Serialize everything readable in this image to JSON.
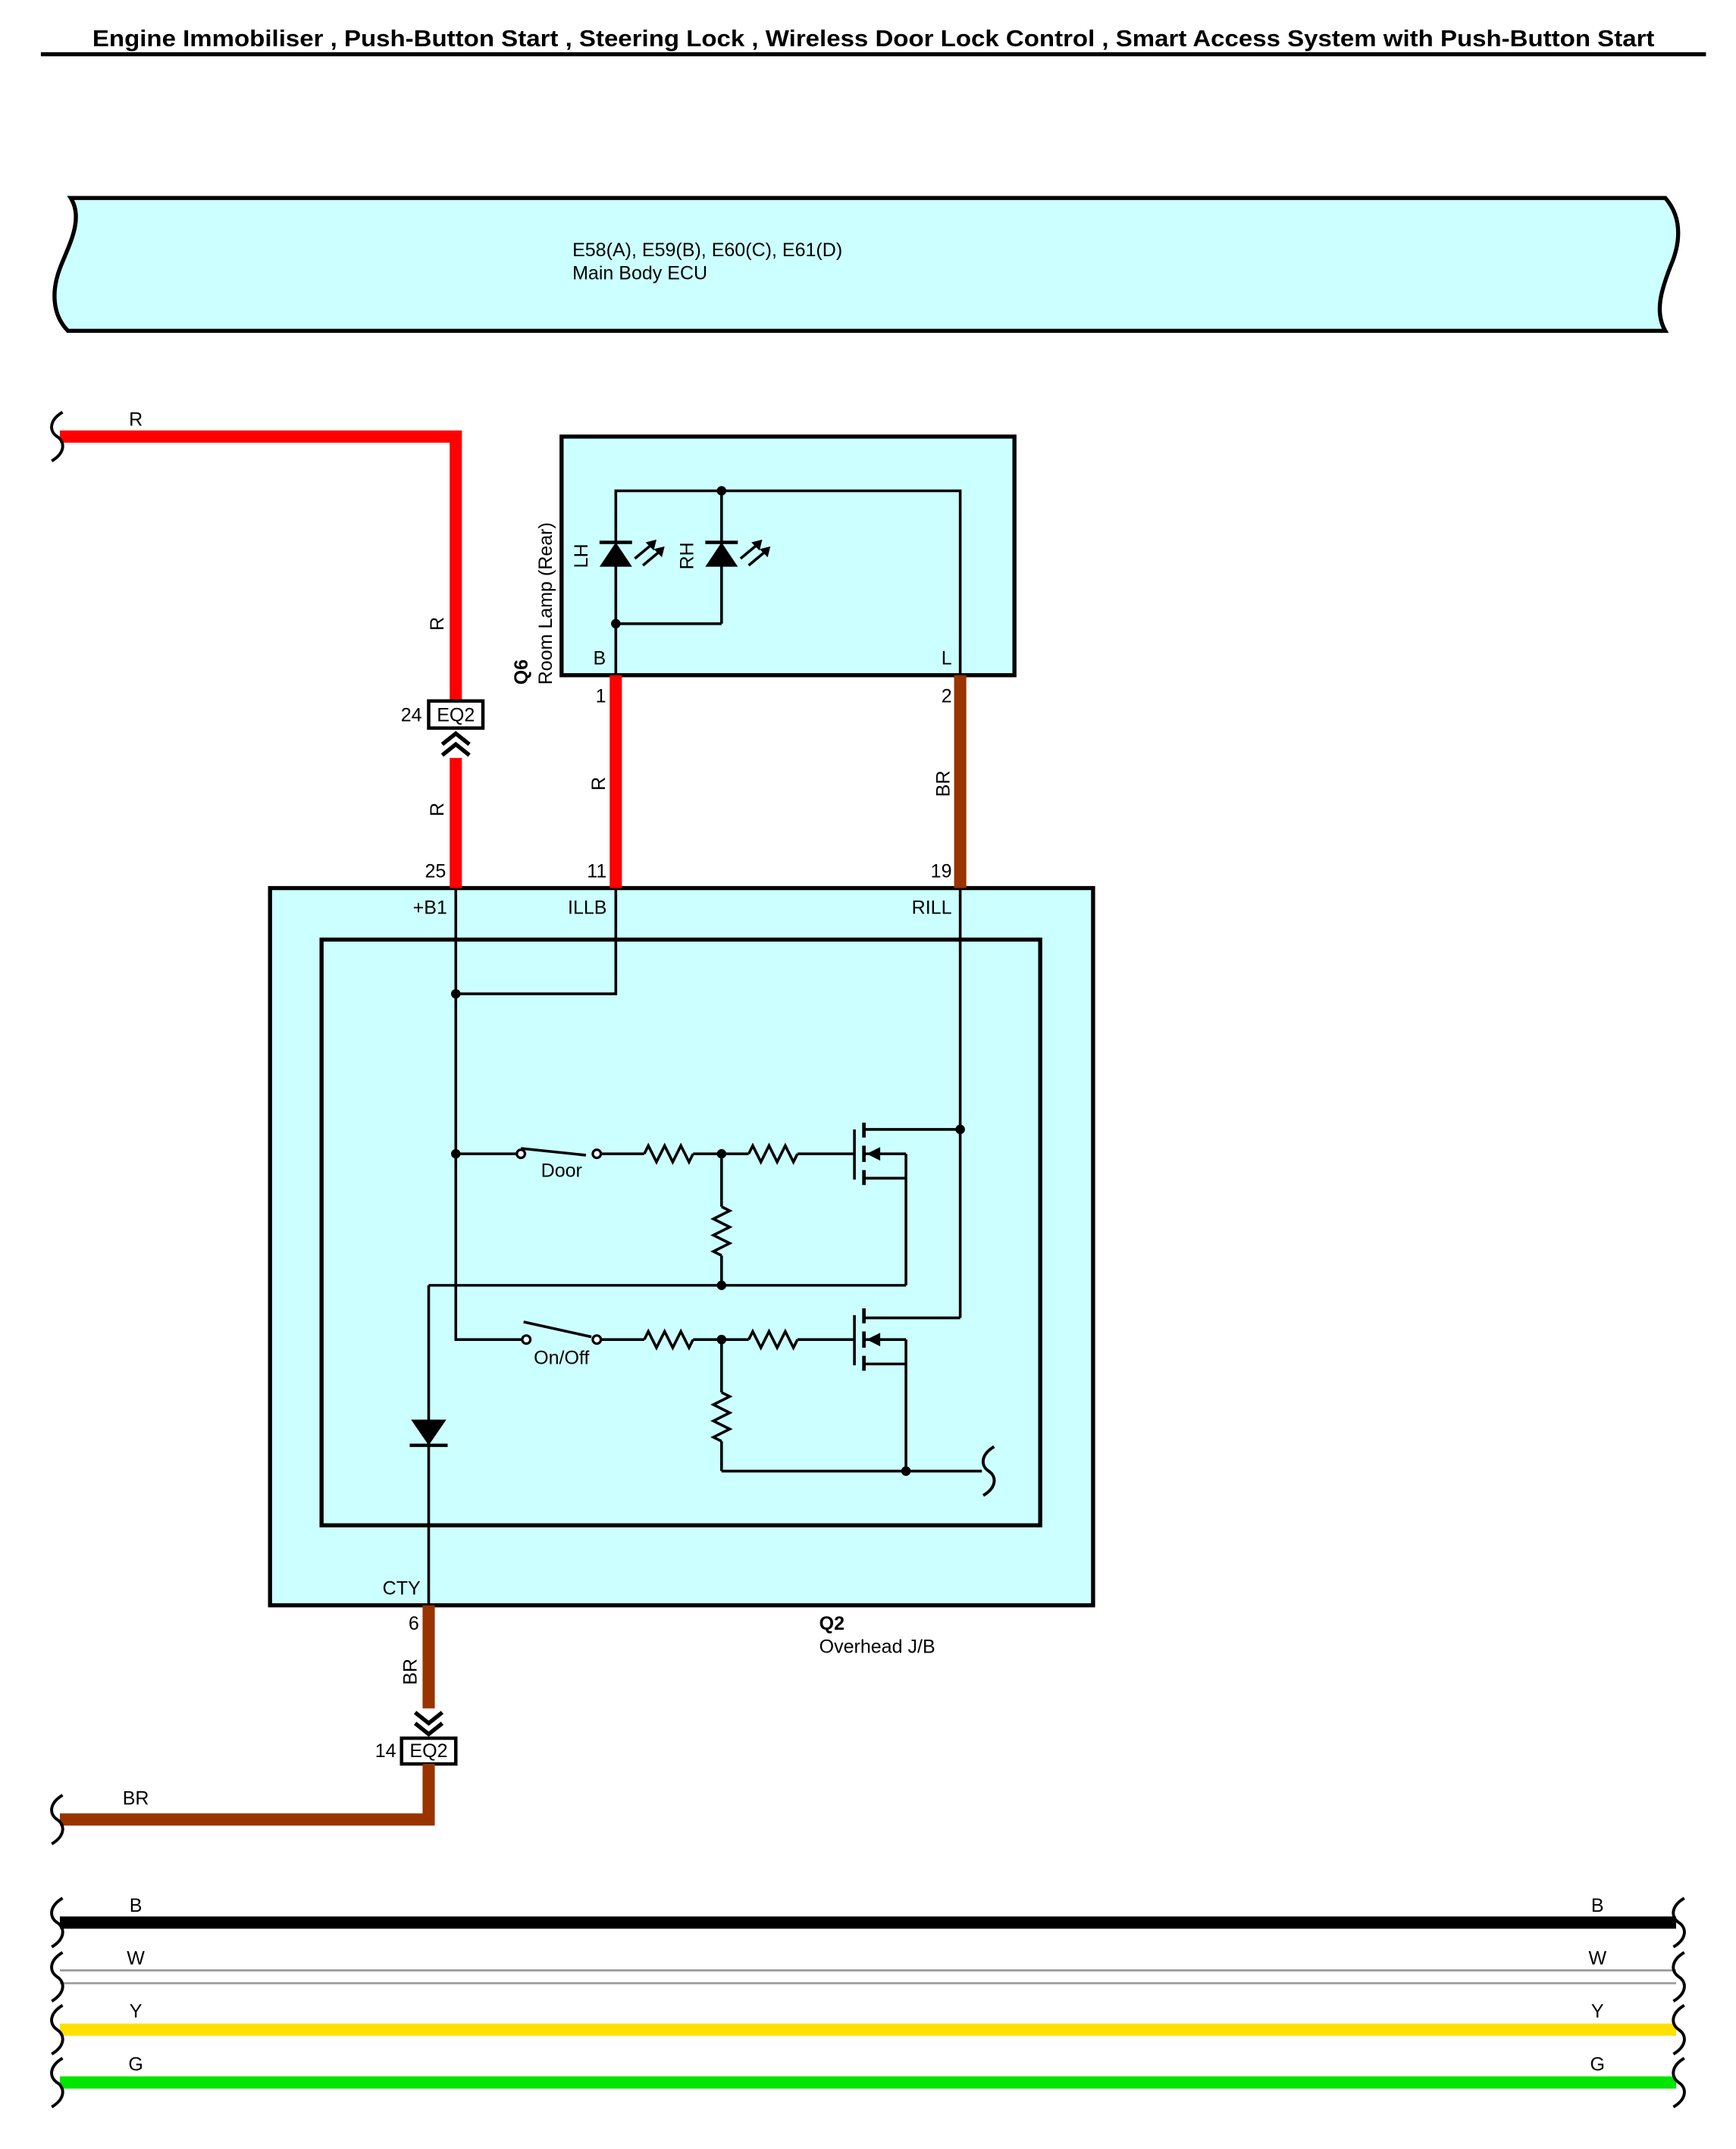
{
  "title": "Engine Immobiliser , Push-Button Start , Steering Lock , Wireless Door Lock Control , Smart Access System with Push-Button Start",
  "component_fill": "#ccffff",
  "main_body_ecu": {
    "connectors": "E58(A), E59(B), E60(C), E61(D)",
    "name": "Main Body ECU"
  },
  "room_lamp": {
    "code": "Q6",
    "name": "Room Lamp (Rear)",
    "led_left": "LH",
    "led_right": "RH",
    "terminal_b": {
      "label": "B",
      "pin": "1"
    },
    "terminal_l": {
      "label": "L",
      "pin": "2"
    }
  },
  "overhead_jb": {
    "code": "Q2",
    "name": "Overhead J/B",
    "terminal_b1": {
      "label": "+B1",
      "pin": "25"
    },
    "terminal_illb": {
      "label": "ILLB",
      "pin": "11"
    },
    "terminal_rill": {
      "label": "RILL",
      "pin": "19"
    },
    "terminal_cty": {
      "label": "CTY",
      "pin": "6"
    },
    "switch_door": "Door",
    "switch_on_off": "On/Off"
  },
  "junction_connector_upper": {
    "code": "EQ2",
    "pin": "24"
  },
  "junction_connector_lower": {
    "code": "EQ2",
    "pin": "14"
  },
  "wire_colors": {
    "red": {
      "label": "R",
      "hex": "#ff0000"
    },
    "brown": {
      "label": "BR",
      "hex": "#993300"
    }
  },
  "buses": [
    {
      "label": "B",
      "hex": "#000000"
    },
    {
      "label": "W",
      "hex": "#ffffff"
    },
    {
      "label": "Y",
      "hex": "#ffe000"
    },
    {
      "label": "G",
      "hex": "#00e600"
    }
  ]
}
